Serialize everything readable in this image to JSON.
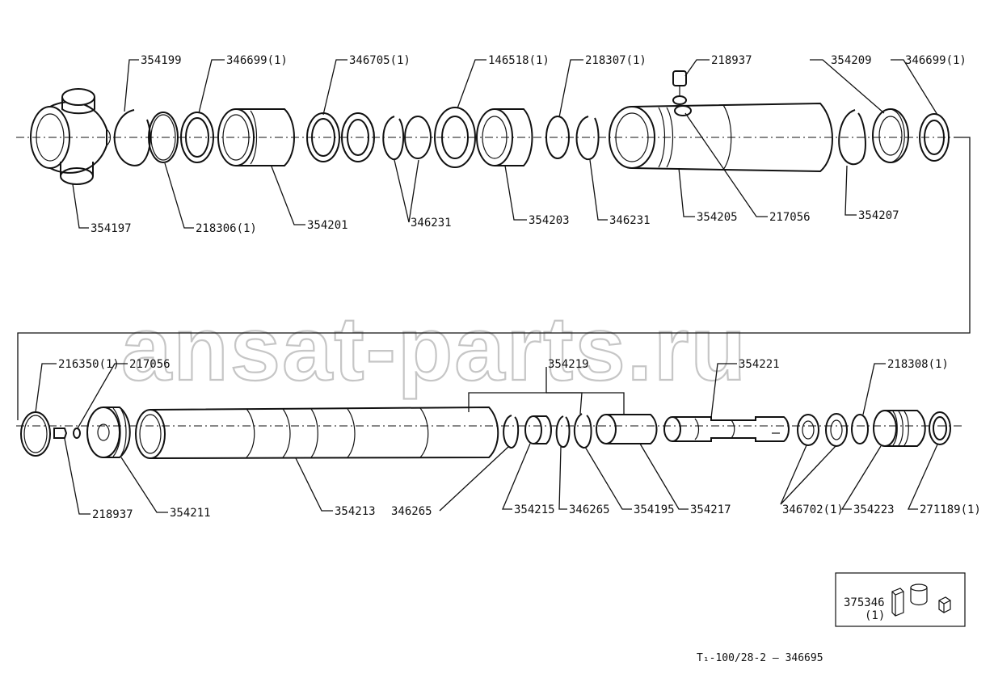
{
  "watermark": "ansat-parts.ru",
  "labels": {
    "p354199": "354199",
    "p346699a": "346699(1)",
    "p346705": "346705(1)",
    "p146518": "146518(1)",
    "p218307": "218307(1)",
    "p218937a": "218937",
    "p354209": "354209",
    "p346699b": "346699(1)",
    "p354197": "354197",
    "p218306": "218306(1)",
    "p354201": "354201",
    "p346231a": "346231",
    "p354203": "354203",
    "p346231b": "346231",
    "p354205": "354205",
    "p217056a": "217056",
    "p354207": "354207",
    "p216350": "216350(1)",
    "p217056b": "217056",
    "p354219": "354219",
    "p354221": "354221",
    "p218308": "218308(1)",
    "p218937b": "218937",
    "p354211": "354211",
    "p354213": "354213",
    "p346265a": "346265",
    "p354215": "354215",
    "p346265b": "346265",
    "p354195": "354195",
    "p354217": "354217",
    "p346702": "346702(1)",
    "p354223": "354223",
    "p271189": "271189(1)"
  },
  "kit": {
    "number": "375346",
    "qty": "(1)"
  },
  "footer": "T₁-100/28-2  —  346695"
}
